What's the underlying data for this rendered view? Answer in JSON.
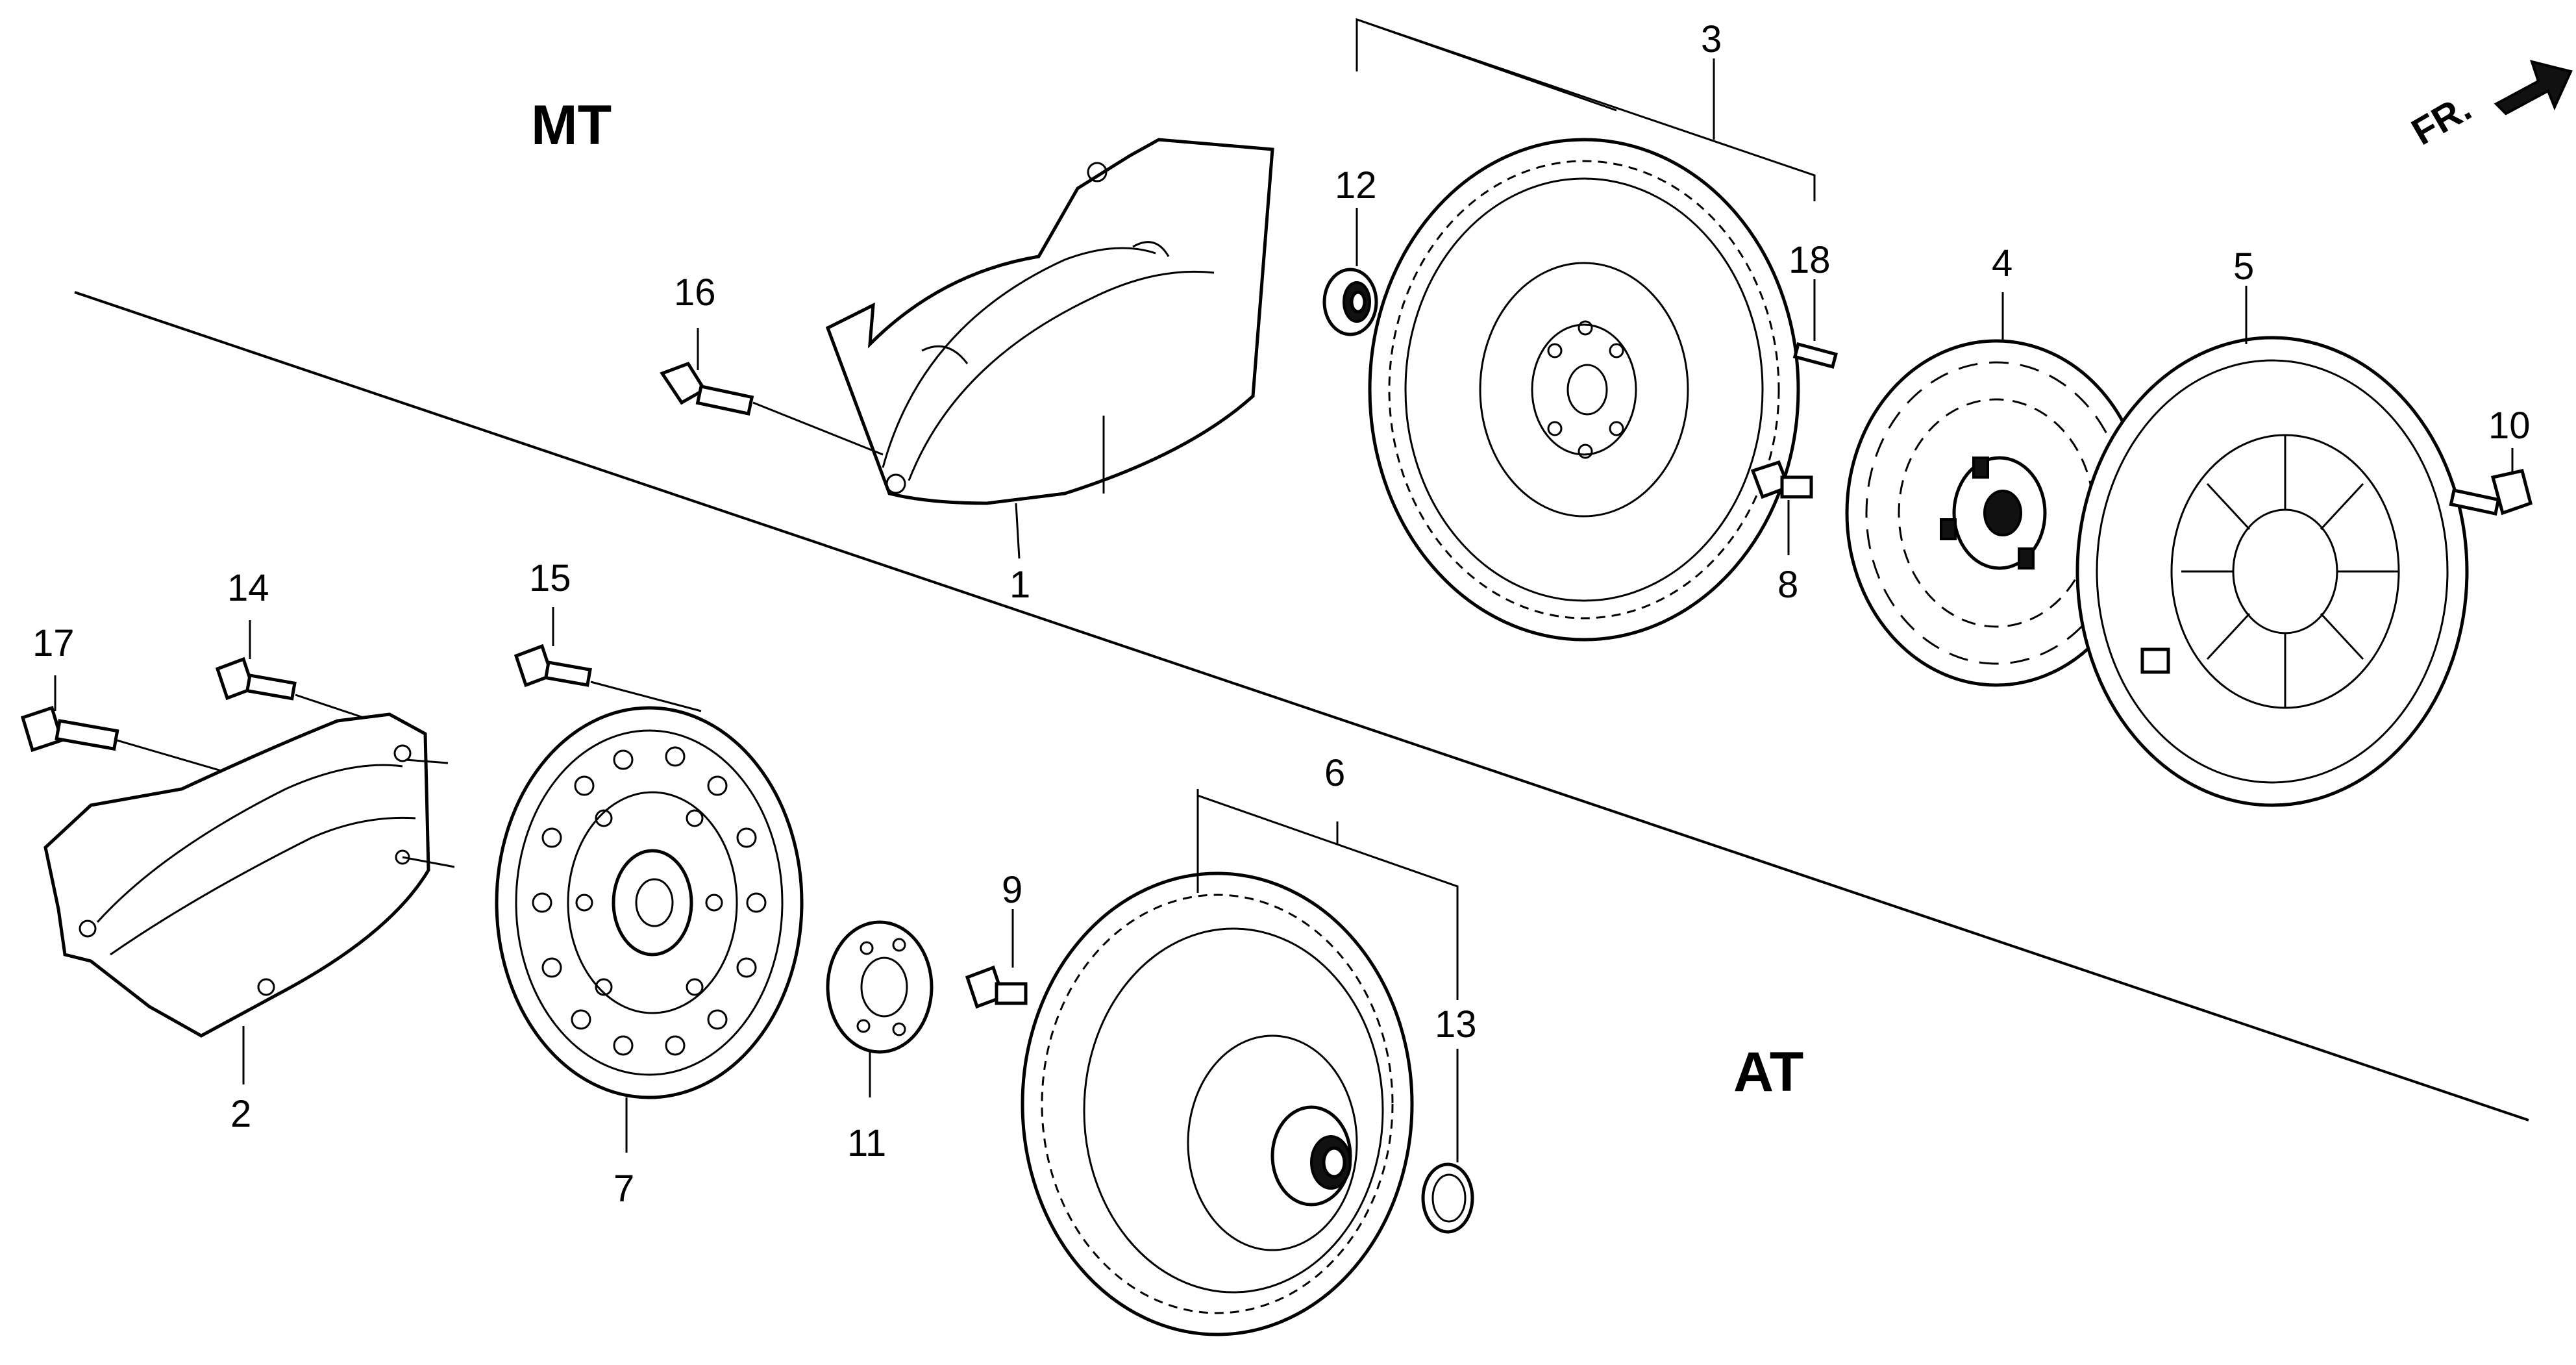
{
  "sections": {
    "manual": "MT",
    "automatic": "AT"
  },
  "direction_indicator": {
    "label": "FR."
  },
  "callouts": {
    "p1": "1",
    "p2": "2",
    "p3": "3",
    "p4": "4",
    "p5": "5",
    "p6": "6",
    "p7": "7",
    "p8": "8",
    "p9": "9",
    "p10": "10",
    "p11": "11",
    "p12": "12",
    "p13": "13",
    "p14": "14",
    "p15": "15",
    "p16": "16",
    "p17": "17",
    "p18": "18"
  }
}
